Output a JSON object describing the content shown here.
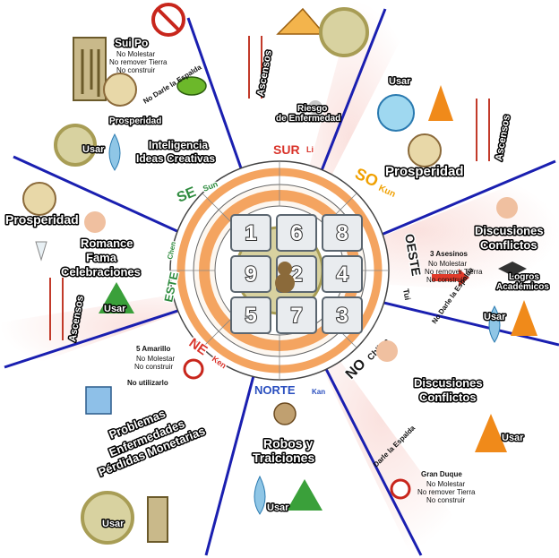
{
  "directions": {
    "sur": {
      "name": "SUR",
      "sub": "Li",
      "color": "#d9342b"
    },
    "so": {
      "name": "SO",
      "sub": "Kun",
      "color": "#f0a000"
    },
    "oeste": {
      "name": "OESTE",
      "sub": "Tui",
      "color": "#1a1a1a"
    },
    "no": {
      "name": "NO",
      "sub": "Ch'ien",
      "color": "#1a1a1a"
    },
    "norte": {
      "name": "NORTE",
      "sub": "Kan",
      "color": "#2a4fbf"
    },
    "ne": {
      "name": "NE",
      "sub": "Ken",
      "color": "#d9342b"
    },
    "este": {
      "name": "ESTE",
      "sub": "Chen",
      "color": "#2e8b3e"
    },
    "se": {
      "name": "SE",
      "sub": "Sun",
      "color": "#2e8b3e"
    }
  },
  "grid_numbers": [
    "1",
    "6",
    "8",
    "9",
    "2",
    "4",
    "5",
    "7",
    "3"
  ],
  "labels": {
    "sui_po": "Sui Po",
    "sui_po_notes": [
      "No Molestar",
      "No remover Tierra",
      "No construir"
    ],
    "no_darle_espalda_top": "No Darle la Espalda",
    "prosperidad_small": "Prosperidad",
    "usar_top_left": "Usar",
    "inteligencia": "Inteligencia",
    "ideas": "Ideas Creativas",
    "riesgo": "Riesgo",
    "enfermedad": "de Enfermedad",
    "usar_top_right": "Usar",
    "prosperidad_right": "Prosperidad",
    "prosperidad_left": "Prosperidad",
    "romance": "Romance",
    "fama": "Fama",
    "celebraciones": "Celebraciones",
    "usar_left": "Usar",
    "discusiones_1": "Discusiones",
    "conflictos_1": "Conflictos",
    "tres_asesinos": "3 Asesinos",
    "tres_asesinos_notes": [
      "No Molestar",
      "No remover Tierra",
      "No construir"
    ],
    "logros": "Logros",
    "academicos": "Académicos",
    "no_darle_espalda_right": "No Darle la Espalda",
    "usar_right": "Usar",
    "cinco_amarillo": "5 Amarillo",
    "cinco_notes": [
      "No Molestar",
      "No construir"
    ],
    "no_utilizarlo": "No utilizarlo",
    "discusiones_2": "Discusiones",
    "conflictos_2": "Conflictos",
    "problemas": "Problemas",
    "enfermedades": "Enfermedades",
    "perdidas": "Pérdidas Monetarias",
    "robos": "Robos y",
    "traiciones": "Traiciones",
    "darle_espalda": "Darle la Espalda",
    "usar_bottom_right": "Usar",
    "gran_duque": "Gran Duque",
    "gran_duque_notes": [
      "No Molestar",
      "No remover Tierra",
      "No construir"
    ],
    "usar_bottom": "Usar",
    "usar_bottom_left": "Usar"
  },
  "ascensos": "Ascensos",
  "colors": {
    "sector_lines": "#1a1fb0",
    "compass_orange": "#f4a460",
    "highlight_pink": "#f6c6c0"
  }
}
